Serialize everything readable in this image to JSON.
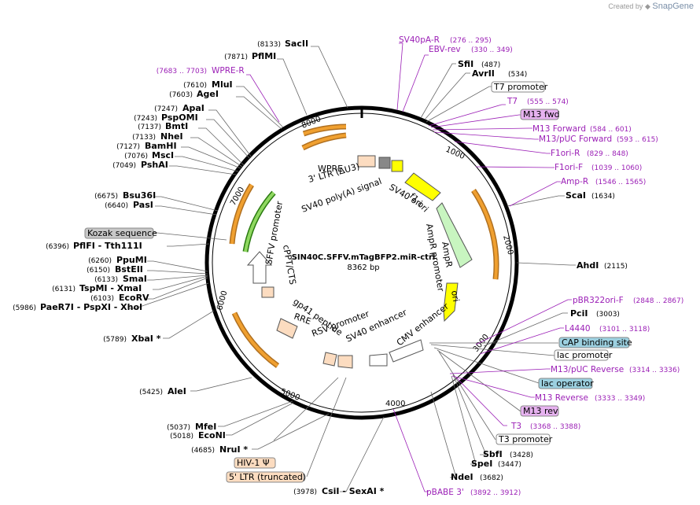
{
  "credit": {
    "prefix": "Created by",
    "brand": "SnapGene"
  },
  "plasmid": {
    "name": "SIN40C.SFFV.mTagBFP2.miR-ctrl",
    "length": "8362 bp"
  },
  "ticks": [
    "1000",
    "2000",
    "3000",
    "4000",
    "5000",
    "6000",
    "7000",
    "8000"
  ],
  "colors": {
    "backbone": "#000000",
    "primer": "#9b1fb6",
    "orf": "#f0a030",
    "yellow": "#ffff00",
    "green": "#c8f5c0",
    "peach": "#fcdcc0",
    "gray": "#888888"
  },
  "features_inner": [
    "WPRE",
    "3' LTR (ΔU3)",
    "SV40 poly(A) signal",
    "SV40 ori",
    "f1 ori",
    "AmpR promoter",
    "AmpR",
    "ori",
    "CMV enhancer",
    "SV40 enhancer",
    "RSV promoter",
    "RRE",
    "gp41 peptide",
    "cPPT/CTS",
    "SFFV promoter"
  ],
  "enzymes": [
    {
      "name": "SacII",
      "pos": "(8133)"
    },
    {
      "name": "PflMI",
      "pos": "(7871)"
    },
    {
      "name": "MluI",
      "pos": "(7610)"
    },
    {
      "name": "AgeI",
      "pos": "(7603)"
    },
    {
      "name": "ApaI",
      "pos": "(7247)"
    },
    {
      "name": "PspOMI",
      "pos": "(7243)"
    },
    {
      "name": "BmtI",
      "pos": "(7137)"
    },
    {
      "name": "NheI",
      "pos": "(7133)"
    },
    {
      "name": "BamHI",
      "pos": "(7127)"
    },
    {
      "name": "MscI",
      "pos": "(7076)"
    },
    {
      "name": "PshAI",
      "pos": "(7049)"
    },
    {
      "name": "Bsu36I",
      "pos": "(6675)"
    },
    {
      "name": "PasI",
      "pos": "(6640)"
    },
    {
      "name": "PflFI - Tth111I",
      "pos": "(6396)"
    },
    {
      "name": "PpuMI",
      "pos": "(6260)"
    },
    {
      "name": "BstEII",
      "pos": "(6150)"
    },
    {
      "name": "SmaI",
      "pos": "(6133)"
    },
    {
      "name": "TspMI - XmaI",
      "pos": "(6131)"
    },
    {
      "name": "EcoRV",
      "pos": "(6103)"
    },
    {
      "name": "PaeR7I - PspXI - XhoI",
      "pos": "(5986)"
    },
    {
      "name": "XbaI *",
      "pos": "(5789)"
    },
    {
      "name": "AleI",
      "pos": "(5425)"
    },
    {
      "name": "MfeI",
      "pos": "(5037)"
    },
    {
      "name": "EcoNI",
      "pos": "(5018)"
    },
    {
      "name": "NruI *",
      "pos": "(4685)"
    },
    {
      "name": "CsiI - SexAI *",
      "pos": "(3978)"
    },
    {
      "name": "NdeI",
      "pos": "(3682)"
    },
    {
      "name": "SpeI",
      "pos": "(3447)"
    },
    {
      "name": "SbfI",
      "pos": "(3428)"
    },
    {
      "name": "PciI",
      "pos": "(3003)"
    },
    {
      "name": "AhdI",
      "pos": "(2115)"
    },
    {
      "name": "ScaI",
      "pos": "(1634)"
    },
    {
      "name": "SfiI",
      "pos": "(487)"
    },
    {
      "name": "AvrII",
      "pos": "(534)"
    }
  ],
  "primers": [
    {
      "name": "SV40pA-R",
      "pos": "(276 .. 295)"
    },
    {
      "name": "EBV-rev",
      "pos": "(330 .. 349)"
    },
    {
      "name": "WPRE-R",
      "pos": "(7683 .. 7703)"
    },
    {
      "name": "T7",
      "pos": "(555 .. 574)"
    },
    {
      "name": "M13 Forward",
      "pos": "(584 .. 601)"
    },
    {
      "name": "M13/pUC Forward",
      "pos": "(593 .. 615)"
    },
    {
      "name": "F1ori-R",
      "pos": "(829 .. 848)"
    },
    {
      "name": "F1ori-F",
      "pos": "(1039 .. 1060)"
    },
    {
      "name": "Amp-R",
      "pos": "(1546 .. 1565)"
    },
    {
      "name": "pBR322ori-F",
      "pos": "(2848 .. 2867)"
    },
    {
      "name": "L4440",
      "pos": "(3101 .. 3118)"
    },
    {
      "name": "M13/pUC Reverse",
      "pos": "(3314 .. 3336)"
    },
    {
      "name": "M13 Reverse",
      "pos": "(3333 .. 3349)"
    },
    {
      "name": "T3",
      "pos": "(3368 .. 3388)"
    },
    {
      "name": "pBABE 3'",
      "pos": "(3892 .. 3912)"
    }
  ],
  "boxes": [
    {
      "name": "T7 promoter"
    },
    {
      "name": "M13 fwd"
    },
    {
      "name": "Kozak sequence"
    },
    {
      "name": "CAP binding site"
    },
    {
      "name": "lac promoter"
    },
    {
      "name": "lac operator"
    },
    {
      "name": "M13 rev"
    },
    {
      "name": "T3 promoter"
    },
    {
      "name": "HIV-1 Ψ"
    },
    {
      "name": "5' LTR (truncated)"
    }
  ]
}
